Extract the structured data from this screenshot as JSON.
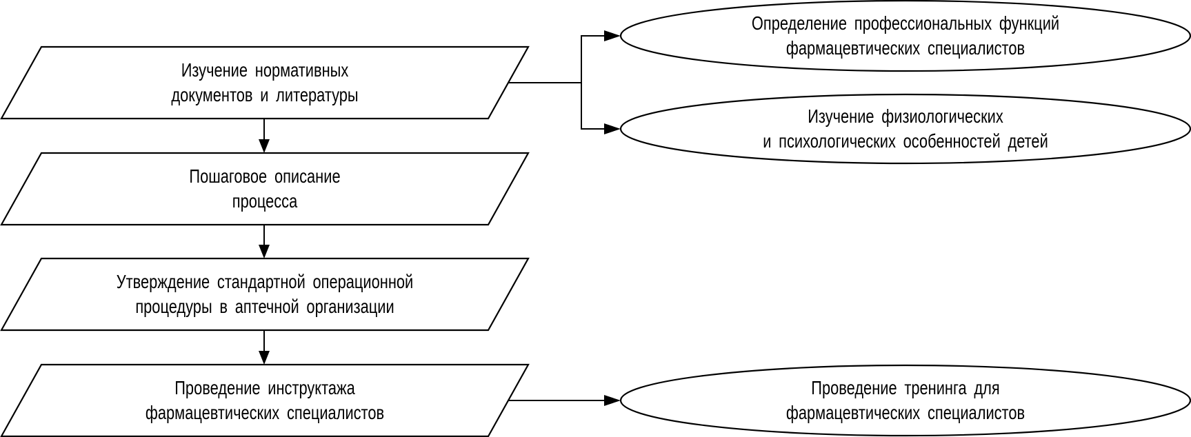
{
  "diagram": {
    "type": "flowchart",
    "steps": [
      {
        "id": "step1",
        "shape": "parallelogram",
        "lines": [
          "Изучение нормативных",
          "документов и литературы"
        ]
      },
      {
        "id": "step2",
        "shape": "parallelogram",
        "lines": [
          "Пошаговое описание",
          "процесса"
        ]
      },
      {
        "id": "step3",
        "shape": "parallelogram",
        "lines": [
          "Утверждение стандартной операционной",
          "процедуры в аптечной организации"
        ]
      },
      {
        "id": "step4",
        "shape": "parallelogram",
        "lines": [
          "Проведение инструктажа",
          "фармацевтических специалистов"
        ]
      }
    ],
    "outcomes": [
      {
        "id": "out1",
        "shape": "ellipse",
        "lines": [
          "Определение профессиональных функций",
          "фармацевтических специалистов"
        ]
      },
      {
        "id": "out2",
        "shape": "ellipse",
        "lines": [
          "Изучение физиологических",
          "и психологических особенностей детей"
        ]
      },
      {
        "id": "out3",
        "shape": "ellipse",
        "lines": [
          "Проведение тренинга для",
          "фармацевтических специалистов"
        ]
      }
    ],
    "edges": [
      {
        "from": "step1",
        "to": "step2"
      },
      {
        "from": "step2",
        "to": "step3"
      },
      {
        "from": "step3",
        "to": "step4"
      },
      {
        "from": "step1",
        "to": "out1"
      },
      {
        "from": "step1",
        "to": "out2"
      },
      {
        "from": "step4",
        "to": "out3"
      }
    ],
    "colors": {
      "stroke": "#000000",
      "fill": "#ffffff",
      "text": "#000000"
    }
  }
}
